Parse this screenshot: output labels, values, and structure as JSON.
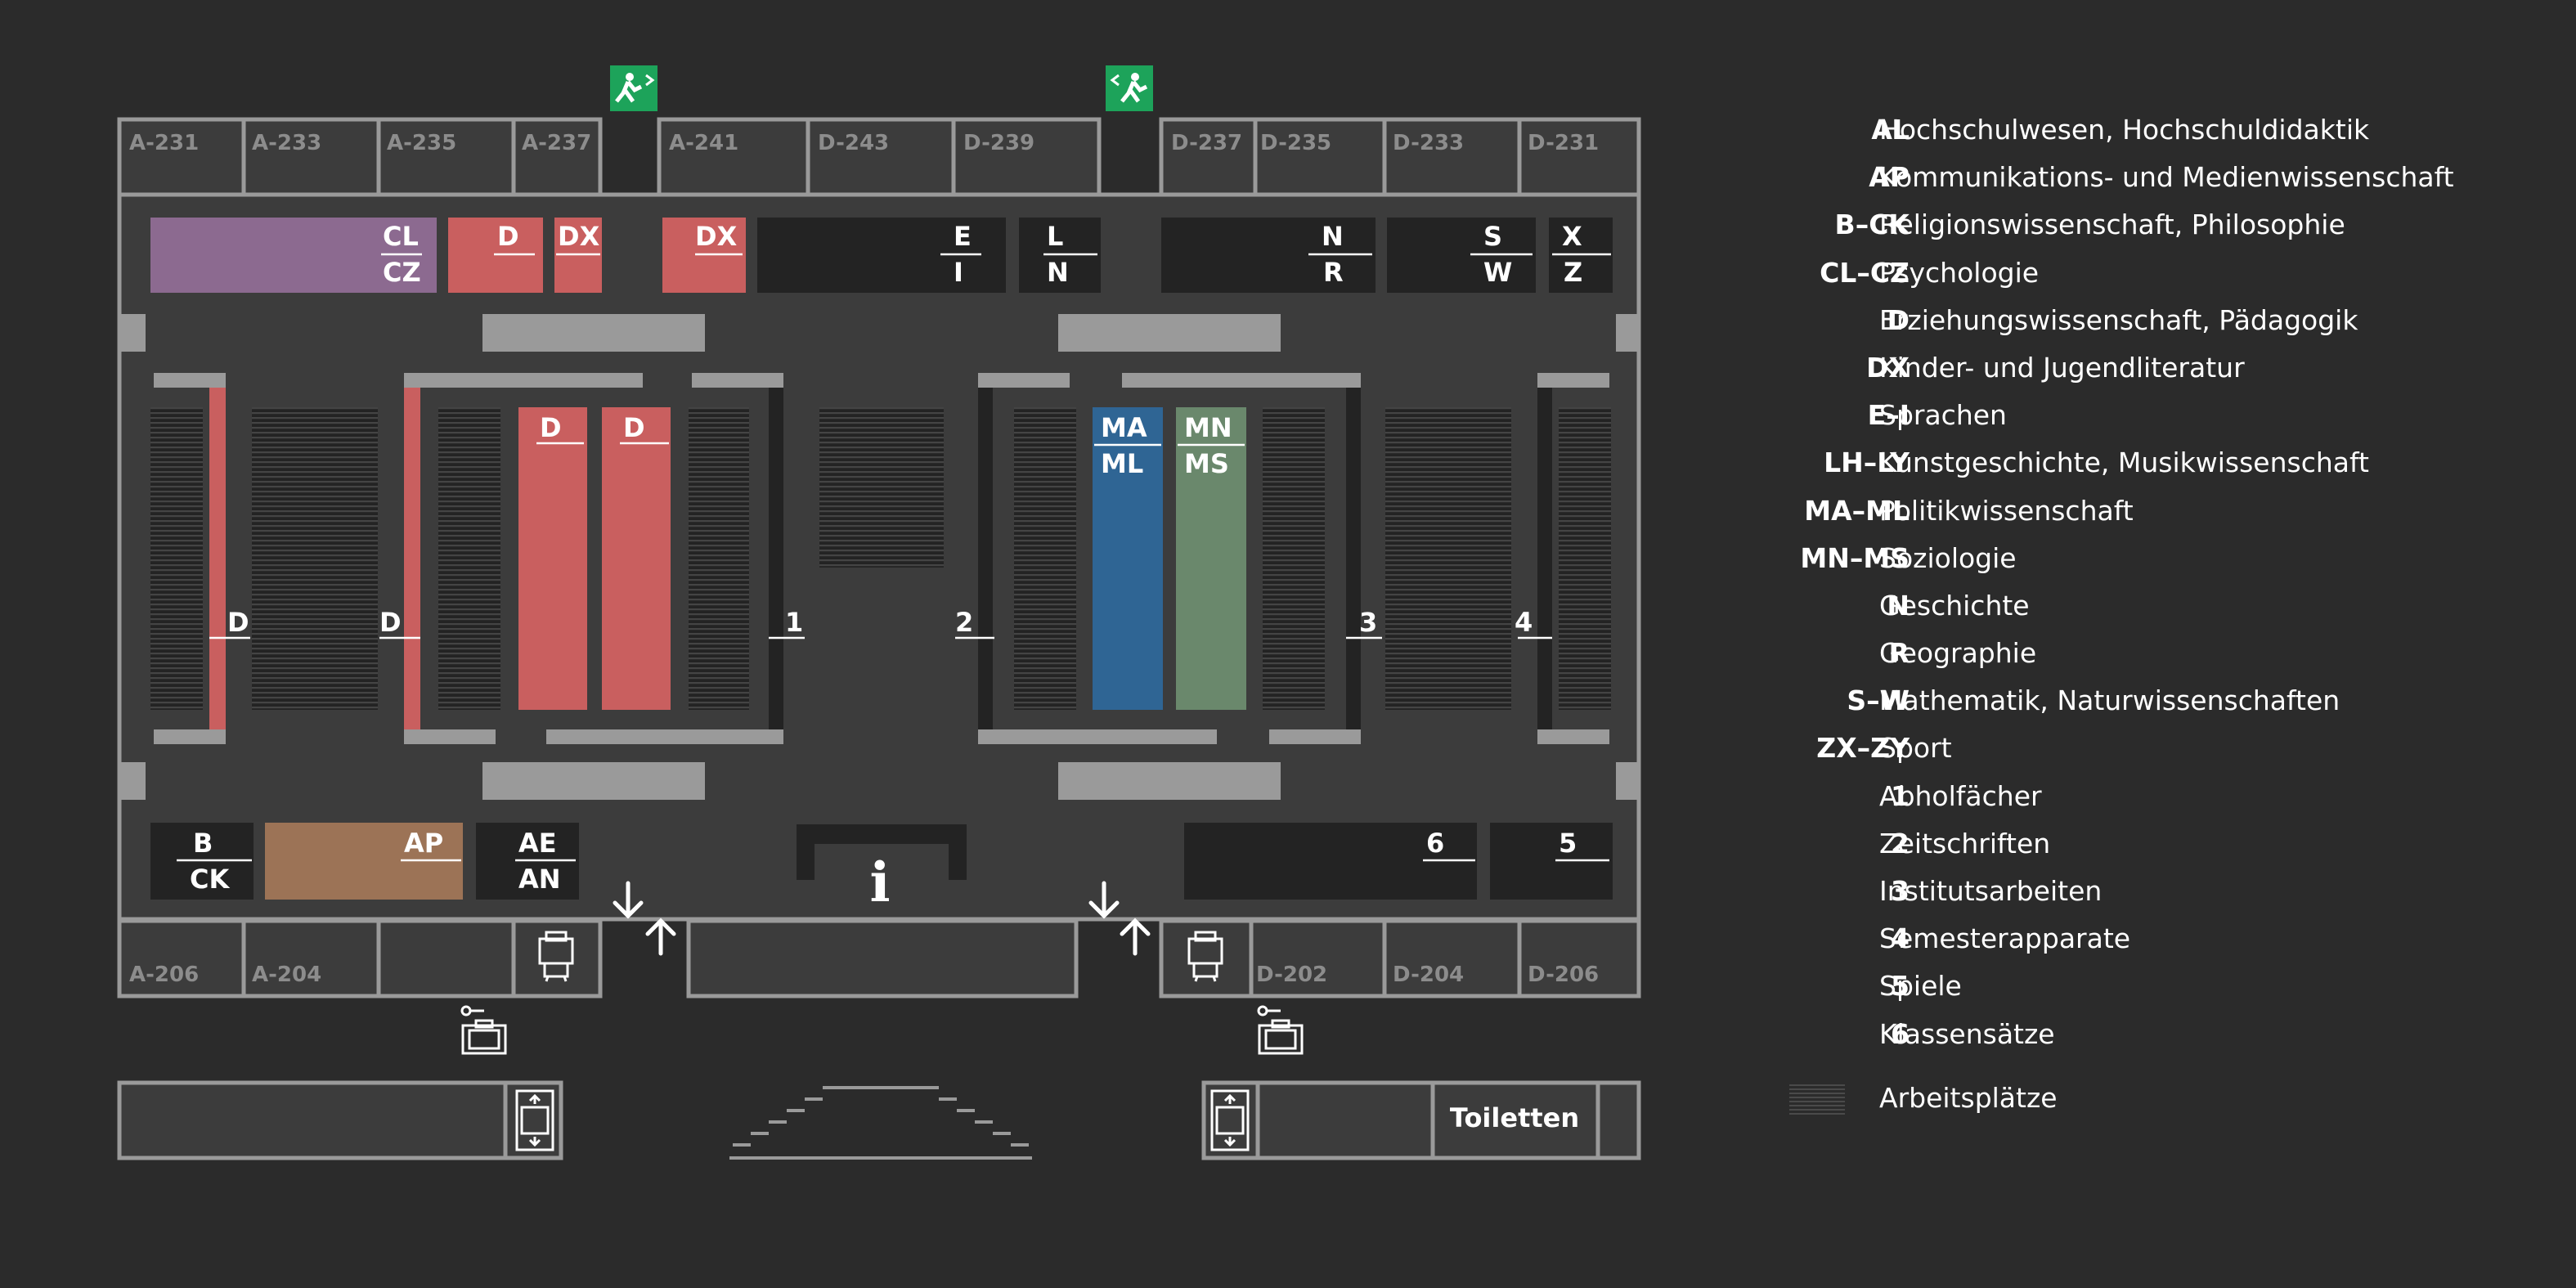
{
  "rooms_top": [
    "A-231",
    "A-233",
    "A-235",
    "A-237",
    "A-241",
    "D-243",
    "D-239",
    "D-237",
    "D-235",
    "D-233",
    "D-231"
  ],
  "rooms_bottom": [
    "A-206",
    "A-204",
    "D-202",
    "D-204",
    "D-206"
  ],
  "shelves": {
    "cl": "CL",
    "cz": "CZ",
    "d": "D",
    "dx": "DX",
    "e": "E",
    "i": "I",
    "l": "L",
    "n": "N",
    "r": "R",
    "s": "S",
    "w": "W",
    "x": "X",
    "z": "Z",
    "ma": "MA",
    "ml": "ML",
    "mn": "MN",
    "ms": "MS",
    "b": "B",
    "ck": "CK",
    "ap": "AP",
    "ae": "AE",
    "an": "AN",
    "n1": "1",
    "n2": "2",
    "n3": "3",
    "n4": "4",
    "n5": "5",
    "n6": "6",
    "info": "i"
  },
  "toilets": "Toiletten",
  "colors": {
    "background": "#2b2b2b",
    "wall": "#9a9a9a",
    "floor": "#3c3c3c",
    "shelf": "#232323",
    "psychologie": "#8c6a90",
    "erziehung": "#c95f5f",
    "kommunikation": "#9c7356",
    "politik": "#2f6594",
    "soziologie": "#6a886c",
    "exit": "#1da35a"
  },
  "legend": [
    {
      "code": "AL",
      "label": "Hochschulwesen, Hochschuldidaktik"
    },
    {
      "code": "AP",
      "label": "Kommunikations- und Medienwissenschaft"
    },
    {
      "code": "B–CK",
      "label": "Religionswissenschaft, Philosophie"
    },
    {
      "code": "CL–CZ",
      "label": "Psychologie"
    },
    {
      "code": "D",
      "label": "Erziehungswissenschaft, Pädagogik"
    },
    {
      "code": "DX",
      "label": "Kinder- und Jugendliteratur"
    },
    {
      "code": "E–I",
      "label": "Sprachen"
    },
    {
      "code": "LH–LY",
      "label": "Kunstgeschichte, Musikwissenschaft"
    },
    {
      "code": "MA–ML",
      "label": "Politikwissenschaft"
    },
    {
      "code": "MN–MS",
      "label": "Soziologie"
    },
    {
      "code": "N",
      "label": "Geschichte"
    },
    {
      "code": "R",
      "label": "Geographie"
    },
    {
      "code": "S–W",
      "label": "Mathematik, Naturwissenschaften"
    },
    {
      "code": "ZX–ZY",
      "label": "Sport"
    },
    {
      "code": "1",
      "label": "Abholfächer"
    },
    {
      "code": "2",
      "label": "Zeitschriften"
    },
    {
      "code": "3",
      "label": "Institutsarbeiten"
    },
    {
      "code": "4",
      "label": "Semesterapparate"
    },
    {
      "code": "5",
      "label": "Spiele"
    },
    {
      "code": "6",
      "label": "Klassensätze"
    }
  ],
  "workspace_label": "Arbeitsplätze"
}
